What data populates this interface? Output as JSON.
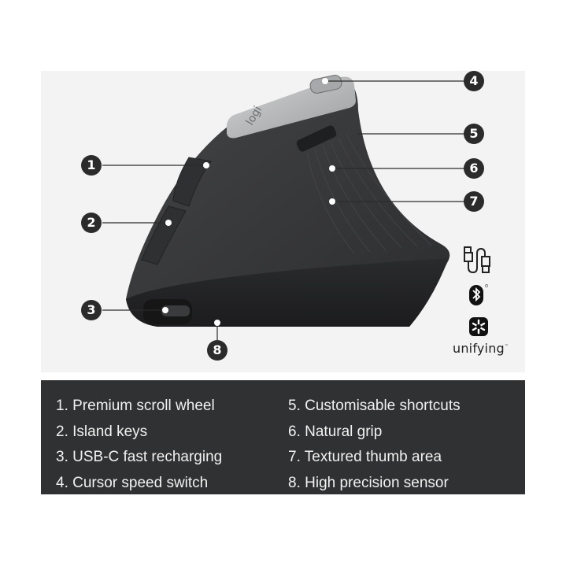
{
  "product": {
    "brand_logo_text": "logi",
    "connectivity": {
      "usb_cable_icon": "usb-c-cable-icon",
      "bluetooth_icon": "bluetooth-icon",
      "unifying_icon": "unifying-receiver-icon",
      "unifying_label": "unifying",
      "unifying_tm": "™"
    }
  },
  "callouts": [
    {
      "number": "1",
      "target": "Premium scroll wheel"
    },
    {
      "number": "2",
      "target": "Island keys"
    },
    {
      "number": "3",
      "target": "USB-C fast recharging"
    },
    {
      "number": "4",
      "target": "Cursor speed switch"
    },
    {
      "number": "5",
      "target": "Customisable shortcuts"
    },
    {
      "number": "6",
      "target": "Natural grip"
    },
    {
      "number": "7",
      "target": "Textured thumb area"
    },
    {
      "number": "8",
      "target": "High precision sensor"
    }
  ],
  "features": {
    "left": [
      "1. Premium scroll wheel",
      "2. Island keys",
      "3. USB-C fast recharging",
      "4. Cursor speed switch"
    ],
    "right": [
      "5. Customisable shortcuts",
      "6. Natural grip",
      "7. Textured thumb area",
      "8. High precision sensor"
    ]
  },
  "colors": {
    "photo_bg": "#f3f3f3",
    "features_bg": "#303132",
    "callout_bg": "#2b2b2b",
    "mouse_body": "#3a3b3d",
    "mouse_top": "#b9babb"
  }
}
